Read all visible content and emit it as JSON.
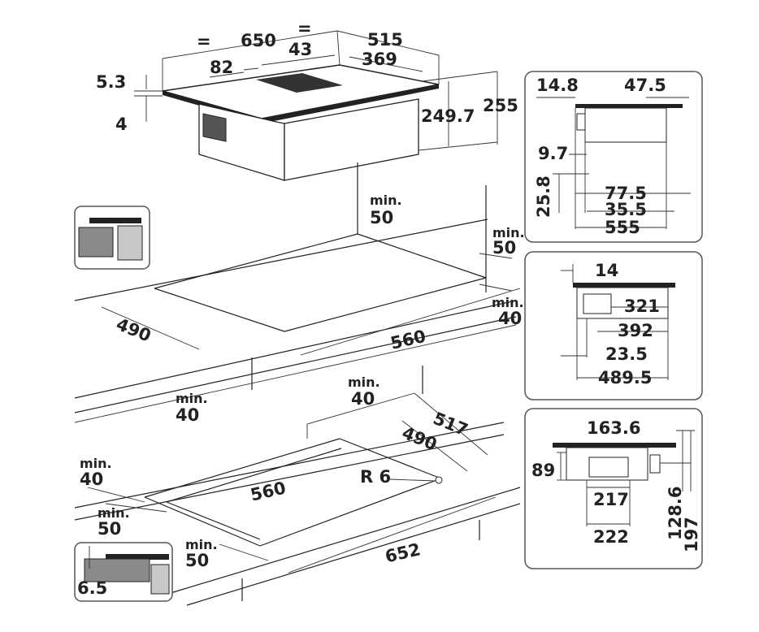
{
  "hob_dims": {
    "eq_left": "=",
    "eq_right": "=",
    "width": "650",
    "depth": "515",
    "vent_offset": "43",
    "vent_width": "369",
    "edge_offset": "82",
    "glass_thick": "5.3",
    "frame_thick": "4",
    "box_height": "249.7",
    "total_height": "255"
  },
  "cutout_top": {
    "min_rear": "min.",
    "min_rear_val": "50",
    "min_right": "min.",
    "min_right_val": "50",
    "min_right2": "min.",
    "min_right2_val": "40",
    "depth": "490",
    "width": "560",
    "min_front": "min.",
    "min_front_val": "40"
  },
  "cutout_flush": {
    "min_rear": "min.",
    "min_rear_val": "40",
    "min_left": "min.",
    "min_left_val": "40",
    "min_left2": "min.",
    "min_left2_val": "50",
    "min_front": "min.",
    "min_front_val": "50",
    "outer_depth": "517",
    "inner_depth": "490",
    "radius": "R 6",
    "inner_width": "560",
    "outer_width": "652",
    "rebate": "6.5"
  },
  "panel_side": {
    "a": "14.8",
    "b": "47.5",
    "c": "9.7",
    "d": "25.8",
    "e": "77.5",
    "f": "35.5",
    "g": "555"
  },
  "panel_front": {
    "a": "14",
    "b": "321",
    "c": "392",
    "d": "23.5",
    "e": "489.5"
  },
  "panel_rear": {
    "a": "163.6",
    "b": "89",
    "c": "217",
    "d": "222",
    "e": "128.6",
    "f": "197"
  }
}
